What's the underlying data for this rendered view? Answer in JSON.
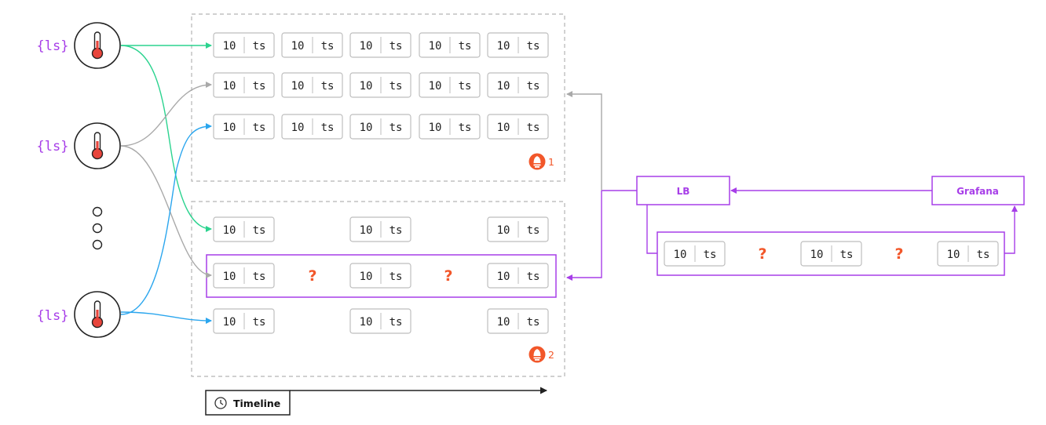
{
  "colors": {
    "purple": "#a73ee8",
    "green": "#2bd38f",
    "blue": "#2ba6ee",
    "gray": "#a9a9a9",
    "orange": "#f2572a",
    "dark": "#222222",
    "box_border": "#bdbdbd"
  },
  "sensor_label": "{ls}",
  "sensor_icon": "thermometer-icon",
  "prometheus_icon": "prometheus-icon",
  "sample": {
    "value": "10",
    "ts": "ts"
  },
  "missing_marker": "?",
  "prometheus_1_index": "1",
  "prometheus_2_index": "2",
  "lb_label": "LB",
  "grafana_label": "Grafana",
  "timeline_label": "Timeline",
  "clock_icon": "clock-icon"
}
